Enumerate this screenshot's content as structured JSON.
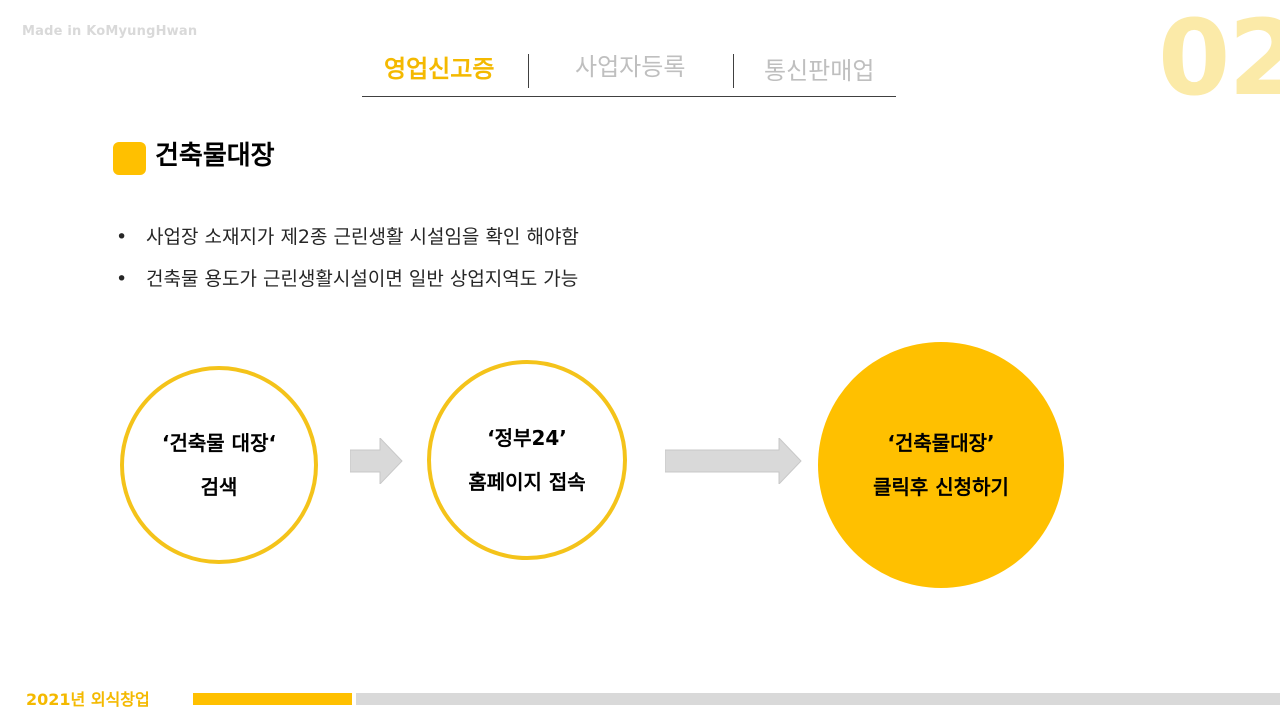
{
  "credit": "Made in KoMyungHwan",
  "page_number": "02",
  "nav": {
    "tabs": [
      {
        "label": "영업신고증",
        "active": true
      },
      {
        "label": "사업자등록",
        "active": false
      },
      {
        "label": "통신판매업",
        "active": false
      }
    ]
  },
  "section": {
    "title": "건축물대장"
  },
  "bullets": [
    {
      "marker": "•",
      "text": "사업장 소재지가 제2종 근린생활 시설임을 확인 해야함"
    },
    {
      "marker": "•",
      "text": "건축물 용도가 근린생활시설이면 일반 상업지역도 가능"
    }
  ],
  "steps": [
    {
      "line1": "‘건축물 대장‘",
      "line2": "검색"
    },
    {
      "line1": "‘정부24’",
      "line2": "홈페이지 접속"
    },
    {
      "line1": "‘건축물대장’",
      "line2": "클릭후 신청하기"
    }
  ],
  "footer": {
    "label": "2021년 외식창업"
  },
  "colors": {
    "accent": "#ffc000",
    "accent_text": "#f4b900",
    "muted": "#bfbfbf",
    "arrow": "#d9d9d9",
    "page_number": "#fbeaa8"
  }
}
